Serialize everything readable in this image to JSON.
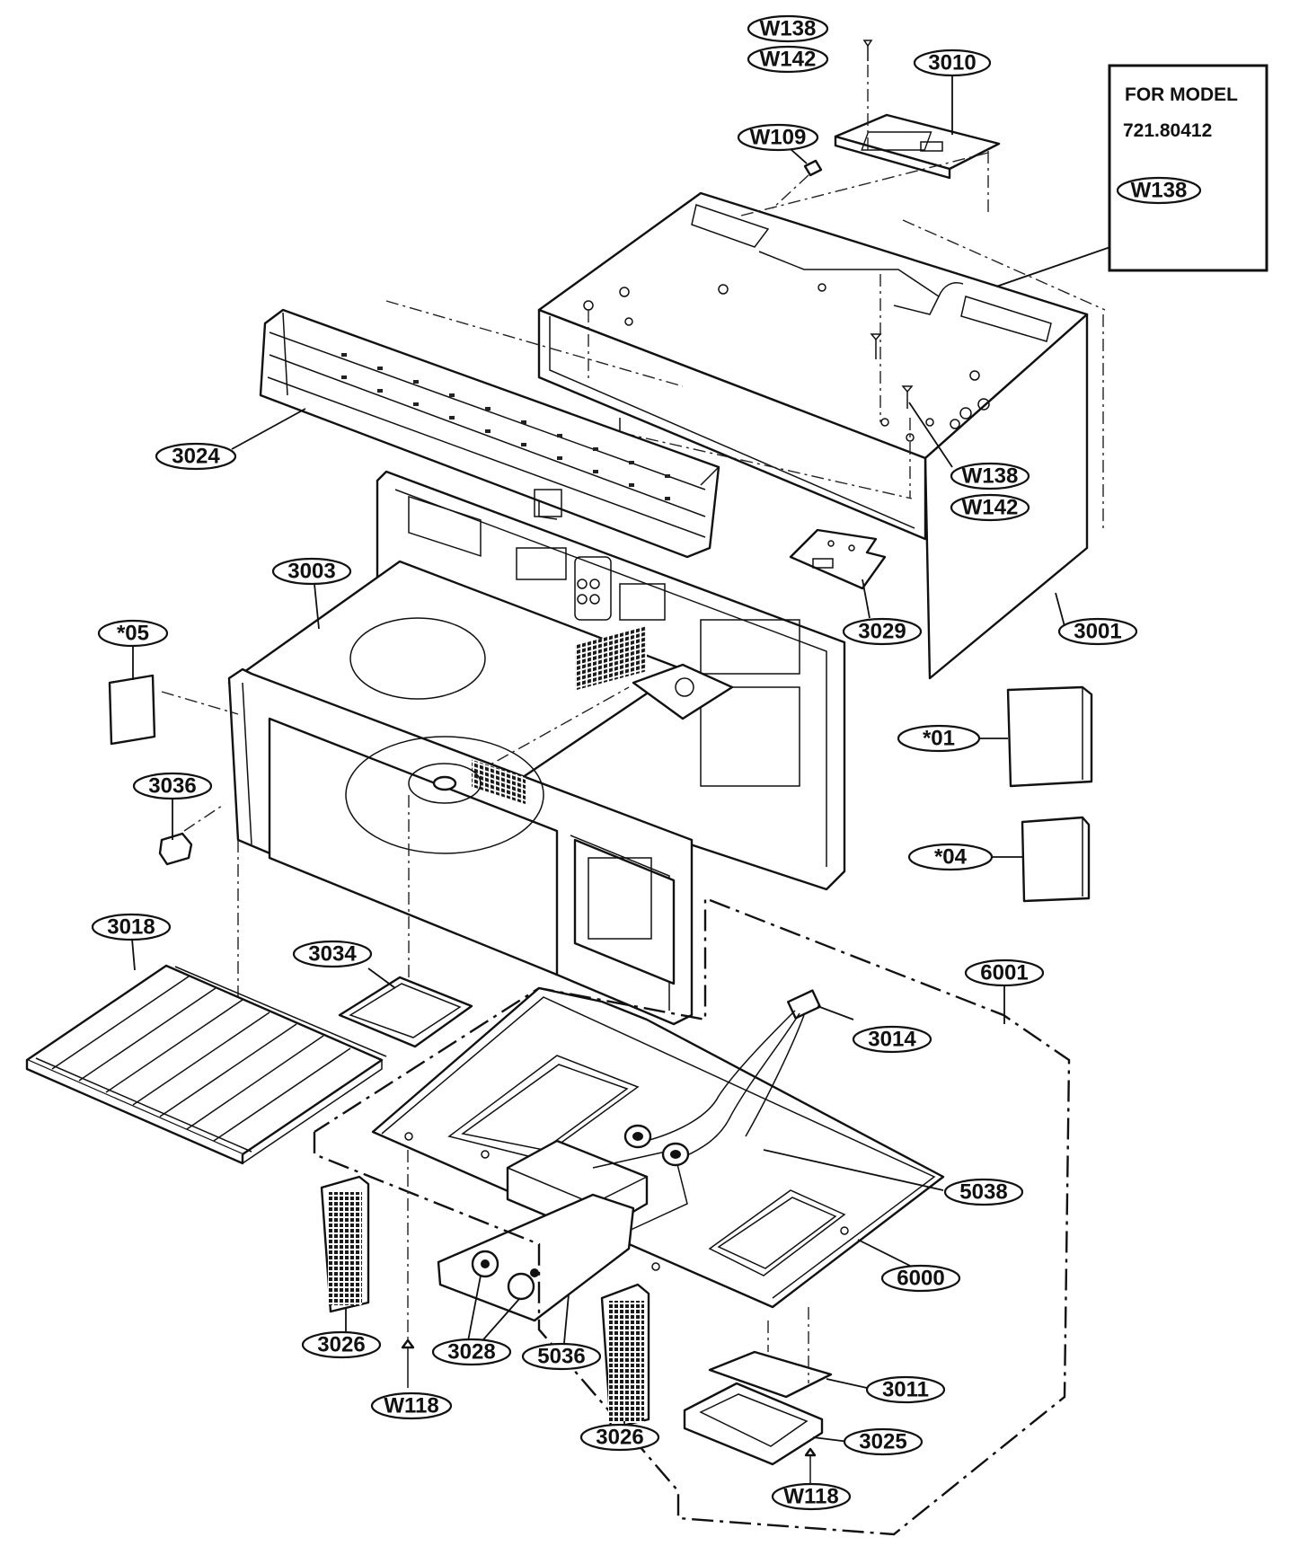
{
  "note": {
    "line1": "FOR MODEL",
    "line2": "721.80412",
    "callout": "W138"
  },
  "callouts": {
    "w138_top": "W138",
    "w142_top": "W142",
    "p3010": "3010",
    "w109": "W109",
    "p3024": "3024",
    "w138_right": "W138",
    "w142_right": "W142",
    "p3003": "3003",
    "p05": "*05",
    "p3029": "3029",
    "p3001": "3001",
    "p01": "*01",
    "p3036": "3036",
    "p04": "*04",
    "p3018": "3018",
    "p3034": "3034",
    "p6001": "6001",
    "p3014": "3014",
    "p5038": "5038",
    "p6000": "6000",
    "p3026_left": "3026",
    "p3028": "3028",
    "p5036": "5036",
    "w118_left": "W118",
    "p3011": "3011",
    "p3026_bottom": "3026",
    "p3025": "3025",
    "w118_bottom": "W118"
  }
}
